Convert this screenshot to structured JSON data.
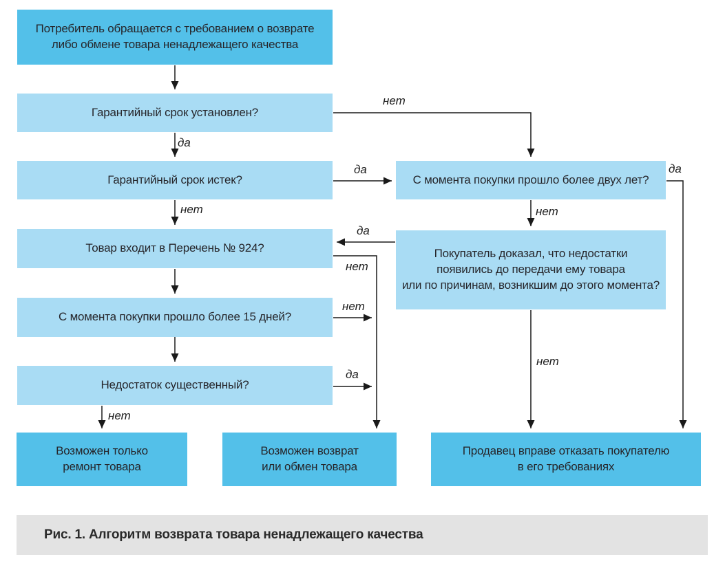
{
  "palette": {
    "dark_blue": "#53c0e9",
    "light_blue": "#a9dcf4",
    "caption_bg": "#e3e3e3",
    "line_color": "#1a1a1a"
  },
  "nodes": {
    "start": {
      "lines": [
        "Потребитель обращается с требованием о возврате",
        "либо обмене товара ненадлежащего качества"
      ]
    },
    "warranty_set": {
      "lines": [
        "Гарантийный срок установлен?"
      ]
    },
    "warranty_expired": {
      "lines": [
        "Гарантийный срок истек?"
      ]
    },
    "list924": {
      "lines": [
        "Товар входит в Перечень № 924?"
      ]
    },
    "days15": {
      "lines": [
        "С момента покупки прошло более 15 дней?"
      ]
    },
    "defect": {
      "lines": [
        "Недостаток существенный?"
      ]
    },
    "two_years": {
      "lines": [
        "С момента покупки прошло более двух лет?"
      ]
    },
    "buyer_proved": {
      "lines": [
        "Покупатель доказал, что недостатки",
        "появились до передачи ему товара",
        "или по причинам, возникшим до этого момента?"
      ]
    },
    "repair_only": {
      "lines": [
        "Возможен только",
        "ремонт товара"
      ]
    },
    "return_exchange": {
      "lines": [
        "Возможен возврат",
        "или обмен товара"
      ]
    },
    "seller_refuse": {
      "lines": [
        "Продавец вправе отказать покупателю",
        "в его требованиях"
      ]
    }
  },
  "edges": {
    "warranty_set_no": "нет",
    "warranty_set_yes": "да",
    "warranty_expired_yes": "да",
    "warranty_expired_no": "нет",
    "two_years_yes": "да",
    "two_years_no": "нет",
    "buyer_proved_yes": "да",
    "buyer_proved_no": "нет",
    "list924_no": "нет",
    "days15_no": "нет",
    "defect_yes": "да",
    "defect_no": "нет"
  },
  "caption": "Рис. 1. Алгоритм возврата товара ненадлежащего качества"
}
